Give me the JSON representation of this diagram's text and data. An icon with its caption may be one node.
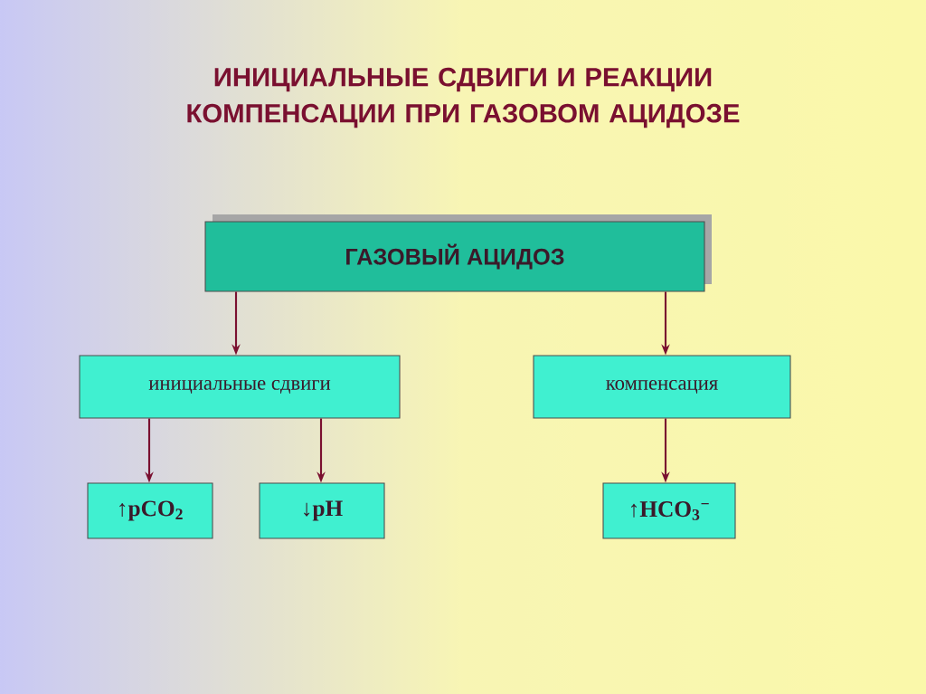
{
  "diagram": {
    "title": "ИНИЦИАЛЬНЫЕ СДВИГИ И РЕАКЦИИ КОМПЕНСАЦИИ ПРИ ГАЗОВОМ АЦИДОЗЕ",
    "nodes": [
      {
        "text": [
          "ГАЗОВЫЙ АЦИДОЗ"
        ]
      },
      {
        "text": [
          "инициальные сдвиги"
        ]
      },
      {
        "text": [
          "компенсация"
        ]
      },
      {
        "text": [
          "↑pCO$_{2}$"
        ]
      },
      {
        "text": [
          "↓pH"
        ]
      },
      {
        "text": [
          "↑HCO$_{3}$$^{−}$"
        ]
      }
    ],
    "edges": [
      {
        "from": 0,
        "to": 1,
        "arrow": "to"
      },
      {
        "from": 0,
        "to": 2,
        "arrow": "to"
      },
      {
        "from": 1,
        "to": 3,
        "arrow": "to"
      },
      {
        "from": 1,
        "to": 4,
        "arrow": "to"
      },
      {
        "from": 2,
        "to": 5,
        "arrow": "to"
      }
    ]
  }
}
